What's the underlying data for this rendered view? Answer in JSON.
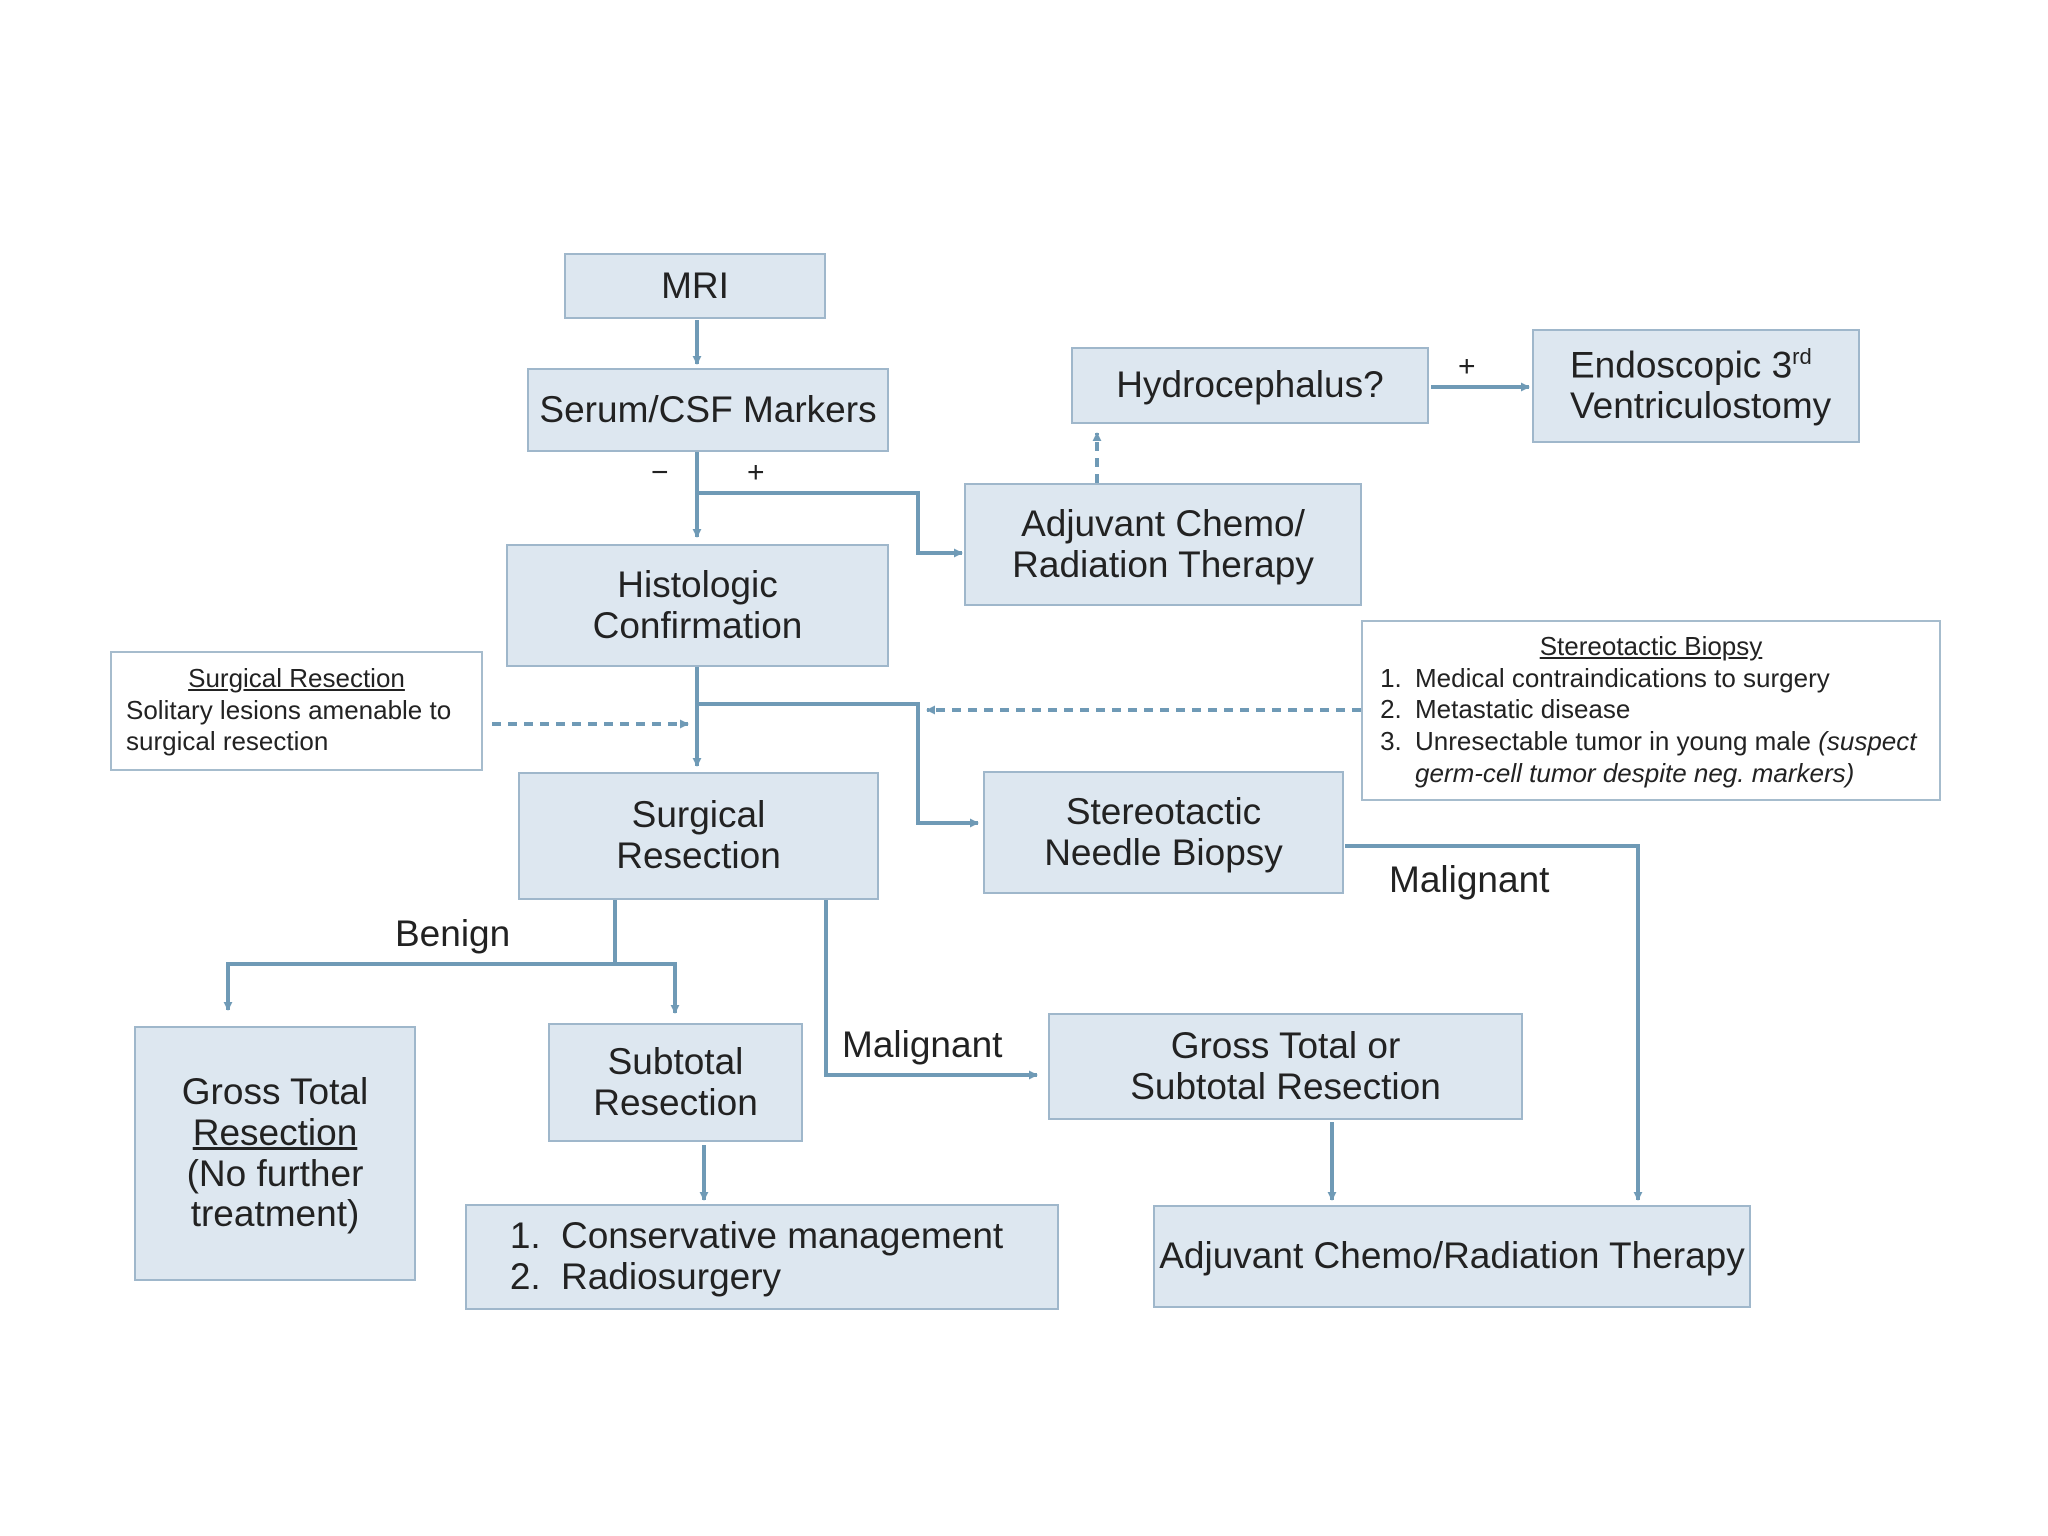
{
  "nodes": {
    "mri": "MRI",
    "markers": "Serum/CSF Markers",
    "hydro": "Hydrocephalus?",
    "etv_line1": "Endoscopic 3",
    "etv_sup": "rd",
    "etv_line2": "Ventriculostomy",
    "adjuvant_top_line1": "Adjuvant Chemo/",
    "adjuvant_top_line2": "Radiation Therapy",
    "histo_line1": "Histologic",
    "histo_line2": "Confirmation",
    "surgical_line1": "Surgical",
    "surgical_line2": "Resection",
    "needle_line1": "Stereotactic",
    "needle_line2": "Needle Biopsy",
    "gtr_line1": "Gross Total",
    "gtr_line2": "Resection",
    "gtr_line3": "(No further",
    "gtr_line4": "treatment)",
    "subtotal_line1": "Subtotal",
    "subtotal_line2": "Resection",
    "conservative_items": [
      "Conservative management",
      "Radiosurgery"
    ],
    "gross_or_sub_line1": "Gross Total or",
    "gross_or_sub_line2": "Subtotal Resection",
    "adjuvant_bottom": "Adjuvant Chemo/Radiation Therapy"
  },
  "notes": {
    "surgical": {
      "title": "Surgical Resection",
      "line1": "Solitary lesions amenable to",
      "line2": "surgical resection"
    },
    "biopsy": {
      "title": "Stereotactic Biopsy",
      "item1": "Medical contraindications to surgery",
      "item2": "Metastatic disease",
      "item3_text": "Unresectable tumor in young male ",
      "item3_italic_a": "(suspect",
      "item3_italic_b": "germ-cell tumor despite neg. markers)"
    }
  },
  "labels": {
    "minus": "−",
    "plus_markers": "+",
    "plus_hydro": "+",
    "benign": "Benign",
    "malignant_mid": "Malignant",
    "malignant_right": "Malignant"
  },
  "colors": {
    "box_fill": "#dde7f0",
    "box_border": "#9fb7cb",
    "connector": "#6f9ab6"
  }
}
